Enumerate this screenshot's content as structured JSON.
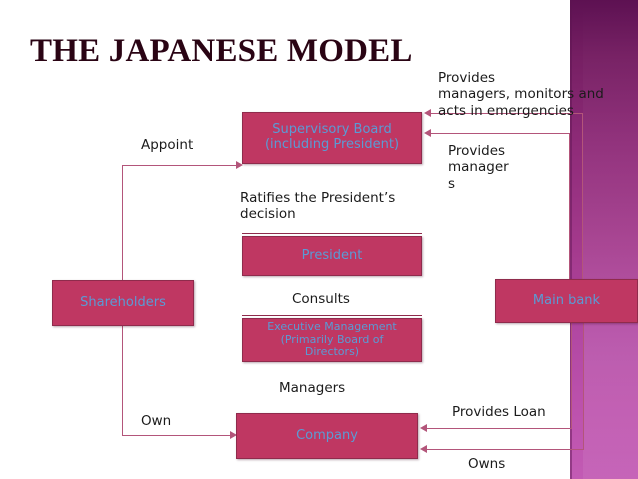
{
  "slide": {
    "title": "THE JAPANESE MODEL",
    "accent_box_fill": "#bf3762",
    "accent_box_border": "#8f2b4c",
    "box_text_color": "#5a9bd5",
    "connector_color": "#b3557a",
    "band_color_top": "#5d1152",
    "band_color_bottom": "#c25bb4",
    "title_color": "#2a0414"
  },
  "nodes": {
    "supervisory_board": {
      "line1": "Supervisory Board",
      "line2": "(including President)"
    },
    "president": {
      "label": "President"
    },
    "executive_management": {
      "line1": "Executive Management",
      "line2": "(Primarily Board of",
      "line3": "Directors)"
    },
    "shareholders": {
      "label": "Shareholders"
    },
    "company": {
      "label": "Company"
    },
    "main_bank": {
      "label": "Main bank"
    }
  },
  "labels": {
    "appoint": "Appoint",
    "ratifies": "Ratifies the President’s\ndecision",
    "consults": "Consults",
    "managers": "Managers",
    "own": "Own",
    "provides_monitors": "Provides\nmanagers, monitors and\nacts in emergencies",
    "provides_managers": "Provides\nmanager\ns",
    "provides_loan": "Provides Loan",
    "owns": "Owns"
  }
}
